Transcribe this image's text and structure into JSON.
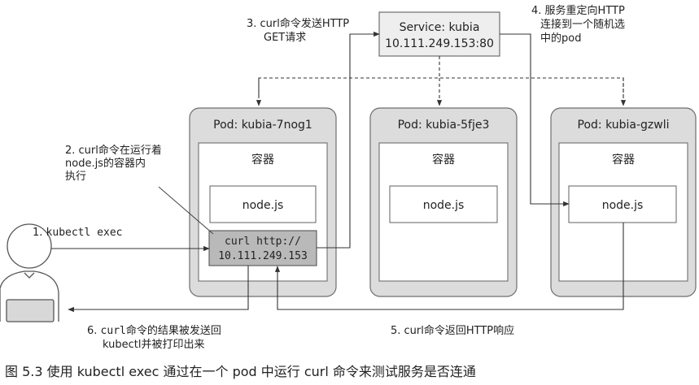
{
  "service": {
    "line1": "Service: kubia",
    "line2": "10.111.249.153:80"
  },
  "pods": [
    {
      "title": "Pod: kubia-7nog1",
      "container_label": "容器",
      "app_label": "node.js"
    },
    {
      "title": "Pod: kubia-5fje3",
      "container_label": "容器",
      "app_label": "node.js"
    },
    {
      "title": "Pod: kubia-gzwli",
      "container_label": "容器",
      "app_label": "node.js"
    }
  ],
  "curl_box": {
    "line1": "curl http://",
    "line2": "10.111.249.153"
  },
  "steps": {
    "s1_prefix": "1. ",
    "s1_code": "kubectl exec",
    "s2": [
      "2. curl命令在运行着",
      "node.js的容器内",
      "执行"
    ],
    "s3": [
      "3. curl命令发送HTTP",
      "GET请求"
    ],
    "s4": [
      "4. 服务重定向HTTP",
      "连接到一个随机选",
      "中的pod"
    ],
    "s5": "5. curl命令返回HTTP响应",
    "s6_prefix": "6. ",
    "s6_code": "curl",
    "s6_rest": "命令的结果被发送回",
    "s6_line2": "kubectl并被打印出来"
  },
  "caption": "图 5.3   使用 kubectl exec 通过在一个 pod 中运行 curl 命令来测试服务是否连通",
  "colors": {
    "pod_fill": "#dcdcdc",
    "box_stroke": "#6e6e6e",
    "curl_fill": "#b9b9b9",
    "service_fill": "#eeeeee",
    "arrow": "#333333"
  }
}
